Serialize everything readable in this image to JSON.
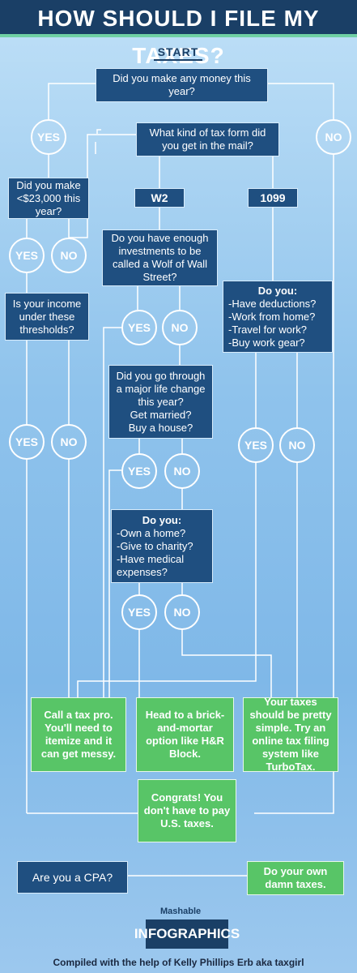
{
  "header": {
    "title": "HOW SHOULD I FILE MY TAXES?"
  },
  "start_label": "START",
  "questions": {
    "make_money": "Did you make any money this year?",
    "tax_form": "What kind of tax form did you get in the mail?",
    "under_23000": "Did you make <$23,000 this year?",
    "thresholds": "Is your income under these thresholds?",
    "wolf": "Do you have enough investments to be called a Wolf of Wall Street?",
    "life_change_1": "Did you go through a major life change this year?",
    "life_change_2": "Get married?",
    "life_change_3": "Buy a house?",
    "do_you_a": {
      "title": "Do you:",
      "items": [
        "-Have deductions?",
        "-Work from home?",
        "-Travel for work?",
        "-Buy work gear?"
      ]
    },
    "do_you_b": {
      "title": "Do you:",
      "items": [
        "-Own a home?",
        "-Give to charity?",
        "-Have medical expenses?"
      ]
    },
    "cpa": "Are you a CPA?"
  },
  "forms": {
    "w2": "W2",
    "f1099": "1099"
  },
  "answers": {
    "yes": "YES",
    "no": "NO"
  },
  "outcomes": {
    "tax_pro": "Call a tax pro. You'll need to itemize and it can get messy.",
    "brick": "Head to a brick-and-mortar option like H&R Block.",
    "simple": "Your taxes should be pretty simple. Try an online tax filing system like TurboTax.",
    "congrats": "Congrats! You don't have to pay U.S. taxes.",
    "own_taxes": "Do your own damn taxes."
  },
  "footer": {
    "brand": "Mashable",
    "badge": "INFOGRAPHICS",
    "credit": "Compiled with the help of Kelly Phillips Erb aka taxgirl"
  },
  "colors": {
    "header": "#1a3f66",
    "box": "#1f4f80",
    "green": "#58c567",
    "accent": "#6fd0a4"
  }
}
